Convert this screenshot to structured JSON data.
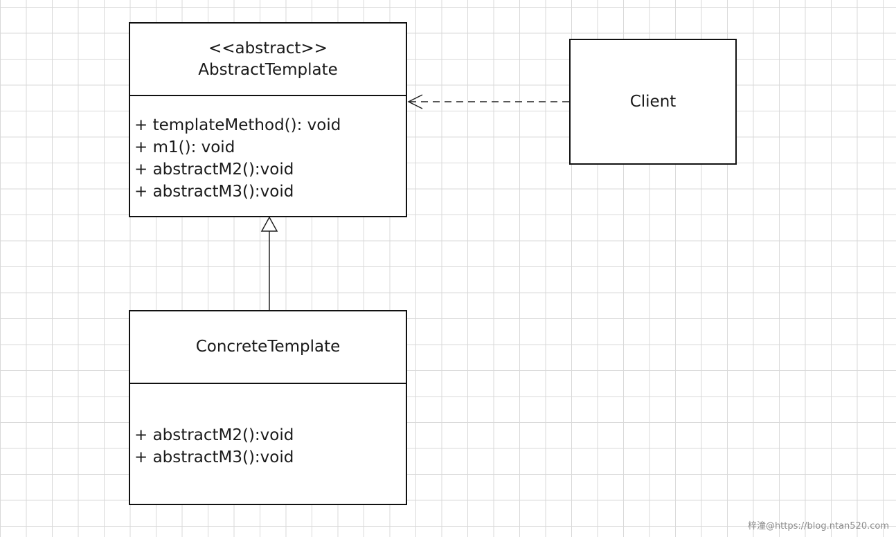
{
  "diagram": {
    "abstract_class": {
      "stereotype": "<<abstract>>",
      "name": "AbstractTemplate",
      "methods": [
        "+ templateMethod(): void",
        "+ m1(): void",
        "+ abstractM2():void",
        "+ abstractM3():void"
      ]
    },
    "concrete_class": {
      "name": "ConcreteTemplate",
      "methods": [
        "+ abstractM2():void",
        "+ abstractM3():void"
      ]
    },
    "client": {
      "name": "Client"
    },
    "relationships": [
      {
        "type": "dependency",
        "from": "Client",
        "to": "AbstractTemplate",
        "style": "dashed-open-arrow"
      },
      {
        "type": "generalization",
        "from": "ConcreteTemplate",
        "to": "AbstractTemplate",
        "style": "hollow-triangle"
      }
    ]
  },
  "watermark": "梓潼@https://blog.ntan520.com",
  "colors": {
    "grid": "#d9d9d9",
    "line": "#111111",
    "background": "#ffffff"
  }
}
